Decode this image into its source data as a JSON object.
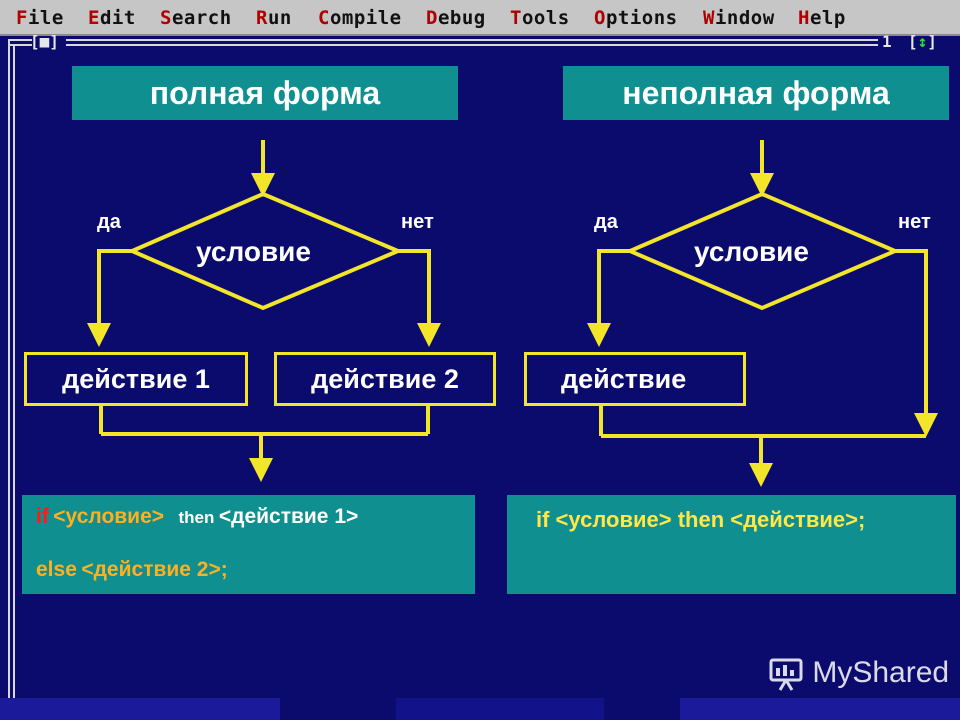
{
  "menu": {
    "items": [
      {
        "hotkey": "F",
        "rest": "ile"
      },
      {
        "hotkey": "E",
        "rest": "dit"
      },
      {
        "hotkey": "S",
        "rest": "earch"
      },
      {
        "hotkey": "R",
        "rest": "un"
      },
      {
        "hotkey": "C",
        "rest": "ompile"
      },
      {
        "hotkey": "D",
        "rest": "ebug"
      },
      {
        "hotkey": "T",
        "rest": "ools"
      },
      {
        "hotkey": "O",
        "rest": "ptions"
      },
      {
        "hotkey": "W",
        "rest": "indow"
      },
      {
        "hotkey": "H",
        "rest": "elp"
      }
    ]
  },
  "frame": {
    "close_box": "[■]",
    "window_number": "1",
    "zoom_box_open": "[",
    "zoom_arrow": "↕",
    "zoom_box_close": "]"
  },
  "full_form": {
    "title": "полная форма",
    "yes": "да",
    "no": "нет",
    "condition": "условие",
    "action1": "действие 1",
    "action2": "действие 2",
    "code": {
      "if_kw": "if",
      "cond": "<условие>",
      "then_kw": "then",
      "action1": "<действие 1>",
      "else_kw": "else",
      "action2": "<действие 2>;"
    }
  },
  "short_form": {
    "title": "неполная форма",
    "yes": "да",
    "no": "нет",
    "condition": "условие",
    "action": "действие",
    "code": {
      "line": "if <условие> then <действие>;"
    }
  },
  "watermark": {
    "text": "MyShared"
  },
  "colors": {
    "background": "#0b0b6e",
    "title_bg": "#0f8f8f",
    "lines": "#f2e52a",
    "menubar": "#c6c6c6"
  }
}
